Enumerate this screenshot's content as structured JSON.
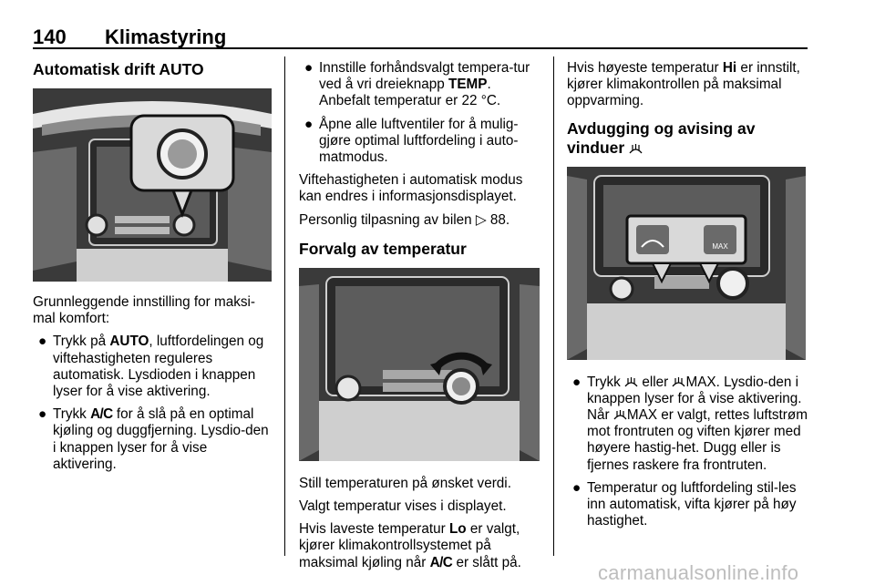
{
  "header": {
    "page_number": "140",
    "chapter_title": "Klimastyring"
  },
  "col1": {
    "heading": "Automatisk drift AUTO",
    "intro": "Grunnleggende innstilling for maksi-mal komfort:",
    "bullet1": {
      "pre": "Trykk på ",
      "bold": "AUTO",
      "post": ", luftfordelingen og viftehastigheten reguleres automatisk. Lysdioden i knappen lyser for å vise aktivering."
    },
    "bullet2": {
      "pre": "Trykk ",
      "bold": "A/C",
      "post": " for å slå på en optimal kjøling og duggfjerning. Lysdio-den i knappen lyser for å vise aktivering."
    }
  },
  "col2": {
    "bullet3": {
      "pre": "Innstille forhåndsvalgt tempera-tur ved å vri dreieknapp ",
      "bold": "TEMP",
      "post": ". Anbefalt temperatur er 22 °C."
    },
    "bullet4": "Åpne alle luftventiler for å mulig-gjøre optimal luftfordeling i auto-matmodus.",
    "p1": "Viftehastigheten i automatisk modus kan endres i informasjonsdisplayet.",
    "p2_text": "Personlig tilpasning av bilen ",
    "p2_ref": "88.",
    "heading": "Forvalg av temperatur",
    "p3": "Still temperaturen på ønsket verdi.",
    "p4": "Valgt temperatur vises i displayet.",
    "p5": {
      "pre": "Hvis laveste temperatur ",
      "bold1": "Lo",
      "mid": " er valgt, kjører klimakontrollsystemet på maksimal kjøling når ",
      "bold2": "A/C",
      "post": " er slått på."
    }
  },
  "col3": {
    "p1": {
      "pre": "Hvis høyeste temperatur ",
      "bold": "Hi",
      "post": " er innstilt, kjører klimakontrollen på maksimal oppvarming."
    },
    "heading_l1": "Avdugging og avising av",
    "heading_l2": "vinduer",
    "bullet5": {
      "t1": "Trykk ",
      "t2": " eller ",
      "t3": "MAX. Lysdio-den i knappen lyser for å vise aktivering. Når ",
      "t4": "MAX er valgt, rettes luftstrøm mot frontruten og viften kjører med høyere hastig-het. Dugg eller is fjernes raskere fra frontruten."
    },
    "bullet6": "Temperatur og luftfordeling stil-les inn automatisk, vifta kjører på høy hastighet.",
    "fig_label_max": "MAX"
  },
  "watermark": "carmanualsonline.info",
  "colors": {
    "figure_bg": "#3a3a3a",
    "panel": "#d9d9d9",
    "text": "#000000",
    "watermark": "#bdbdbd"
  }
}
